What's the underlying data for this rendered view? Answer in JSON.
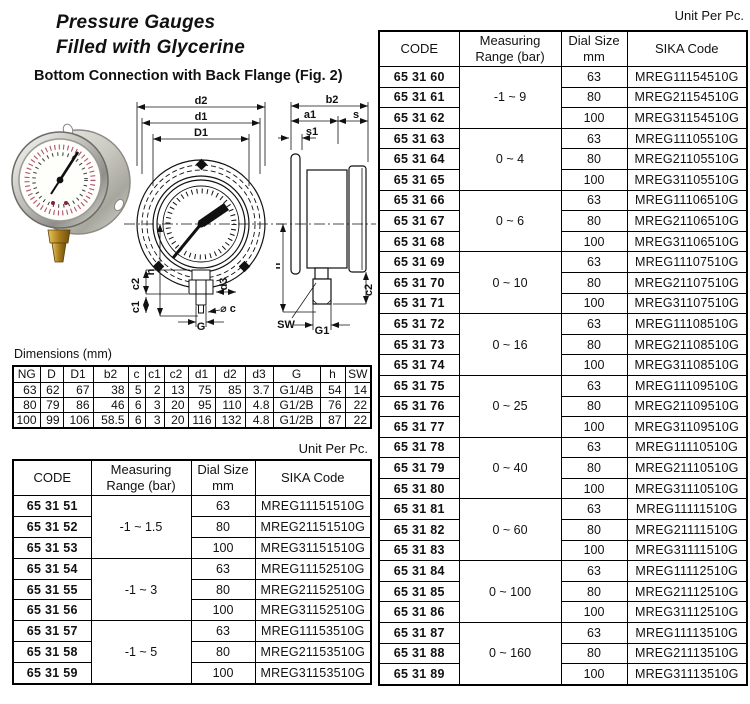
{
  "page": {
    "title_line1": "Pressure Gauges",
    "title_line2": "Filled with Glycerine",
    "subtitle": "Bottom Connection with Back Flange (Fig. 2)",
    "unit_note": "Unit Per Pc."
  },
  "dimensions_table": {
    "caption": "Dimensions (mm)",
    "headers": [
      "NG",
      "D",
      "D1",
      "b2",
      "c",
      "c1",
      "c2",
      "d1",
      "d2",
      "d3",
      "G",
      "h",
      "SW"
    ],
    "rows": [
      [
        "63",
        "62",
        "67",
        "38",
        "5",
        "2",
        "13",
        "75",
        "85",
        "3.7",
        "G1/4B",
        "54",
        "14"
      ],
      [
        "80",
        "79",
        "86",
        "46",
        "6",
        "3",
        "20",
        "95",
        "110",
        "4.8",
        "G1/2B",
        "76",
        "22"
      ],
      [
        "100",
        "99",
        "106",
        "58.5",
        "6",
        "3",
        "20",
        "116",
        "132",
        "4.8",
        "G1/2B",
        "87",
        "22"
      ]
    ]
  },
  "order_headers": {
    "code": "CODE",
    "range": "Measuring\nRange (bar)",
    "dial": "Dial Size\nmm",
    "sika": "SIKA Code"
  },
  "left_table": {
    "groups": [
      {
        "range": "-1 ~ 1.5",
        "rows": [
          [
            "65 31 51",
            "63",
            "MREG11151510G"
          ],
          [
            "65 31 52",
            "80",
            "MREG21151510G"
          ],
          [
            "65 31 53",
            "100",
            "MREG31151510G"
          ]
        ]
      },
      {
        "range": "-1 ~ 3",
        "rows": [
          [
            "65 31 54",
            "63",
            "MREG11152510G"
          ],
          [
            "65 31 55",
            "80",
            "MREG21152510G"
          ],
          [
            "65 31 56",
            "100",
            "MREG31152510G"
          ]
        ]
      },
      {
        "range": "-1 ~ 5",
        "rows": [
          [
            "65 31 57",
            "63",
            "MREG11153510G"
          ],
          [
            "65 31 58",
            "80",
            "MREG21153510G"
          ],
          [
            "65 31 59",
            "100",
            "MREG31153510G"
          ]
        ]
      }
    ]
  },
  "right_table": {
    "groups": [
      {
        "range": "-1 ~ 9",
        "rows": [
          [
            "65 31 60",
            "63",
            "MREG11154510G"
          ],
          [
            "65 31 61",
            "80",
            "MREG21154510G"
          ],
          [
            "65 31 62",
            "100",
            "MREG31154510G"
          ]
        ]
      },
      {
        "range": "0 ~ 4",
        "rows": [
          [
            "65 31 63",
            "63",
            "MREG11105510G"
          ],
          [
            "65 31 64",
            "80",
            "MREG21105510G"
          ],
          [
            "65 31 65",
            "100",
            "MREG31105510G"
          ]
        ]
      },
      {
        "range": "0 ~ 6",
        "rows": [
          [
            "65 31 66",
            "63",
            "MREG11106510G"
          ],
          [
            "65 31 67",
            "80",
            "MREG21106510G"
          ],
          [
            "65 31 68",
            "100",
            "MREG31106510G"
          ]
        ]
      },
      {
        "range": "0 ~ 10",
        "rows": [
          [
            "65 31 69",
            "63",
            "MREG11107510G"
          ],
          [
            "65 31 70",
            "80",
            "MREG21107510G"
          ],
          [
            "65 31 71",
            "100",
            "MREG31107510G"
          ]
        ]
      },
      {
        "range": "0 ~ 16",
        "rows": [
          [
            "65 31 72",
            "63",
            "MREG11108510G"
          ],
          [
            "65 31 73",
            "80",
            "MREG21108510G"
          ],
          [
            "65 31 74",
            "100",
            "MREG31108510G"
          ]
        ]
      },
      {
        "range": "0 ~ 25",
        "rows": [
          [
            "65 31 75",
            "63",
            "MREG11109510G"
          ],
          [
            "65 31 76",
            "80",
            "MREG21109510G"
          ],
          [
            "65 31 77",
            "100",
            "MREG31109510G"
          ]
        ]
      },
      {
        "range": "0 ~ 40",
        "rows": [
          [
            "65 31 78",
            "63",
            "MREG11110510G"
          ],
          [
            "65 31 79",
            "80",
            "MREG21110510G"
          ],
          [
            "65 31 80",
            "100",
            "MREG31110510G"
          ]
        ]
      },
      {
        "range": "0 ~ 60",
        "rows": [
          [
            "65 31 81",
            "63",
            "MREG11111510G"
          ],
          [
            "65 31 82",
            "80",
            "MREG21111510G"
          ],
          [
            "65 31 83",
            "100",
            "MREG31111510G"
          ]
        ]
      },
      {
        "range": "0 ~ 100",
        "rows": [
          [
            "65 31 84",
            "63",
            "MREG11112510G"
          ],
          [
            "65 31 85",
            "80",
            "MREG21112510G"
          ],
          [
            "65 31 86",
            "100",
            "MREG31112510G"
          ]
        ]
      },
      {
        "range": "0 ~ 160",
        "rows": [
          [
            "65 31 87",
            "63",
            "MREG11113510G"
          ],
          [
            "65 31 88",
            "80",
            "MREG21113510G"
          ],
          [
            "65 31 89",
            "100",
            "MREG31113510G"
          ]
        ]
      }
    ]
  },
  "drawing": {
    "front": {
      "d2": "d2",
      "d1": "d1",
      "D1": "D1",
      "h": "h",
      "c2": "c2",
      "c1": "c1",
      "d3": "d3",
      "phi_c": "⌀ c",
      "G": "G"
    },
    "side": {
      "b2": "b2",
      "a1": "a1",
      "s": "s",
      "s1": "s1",
      "h": "h",
      "SW": "SW",
      "G1": "G1",
      "c2": "c2"
    }
  }
}
